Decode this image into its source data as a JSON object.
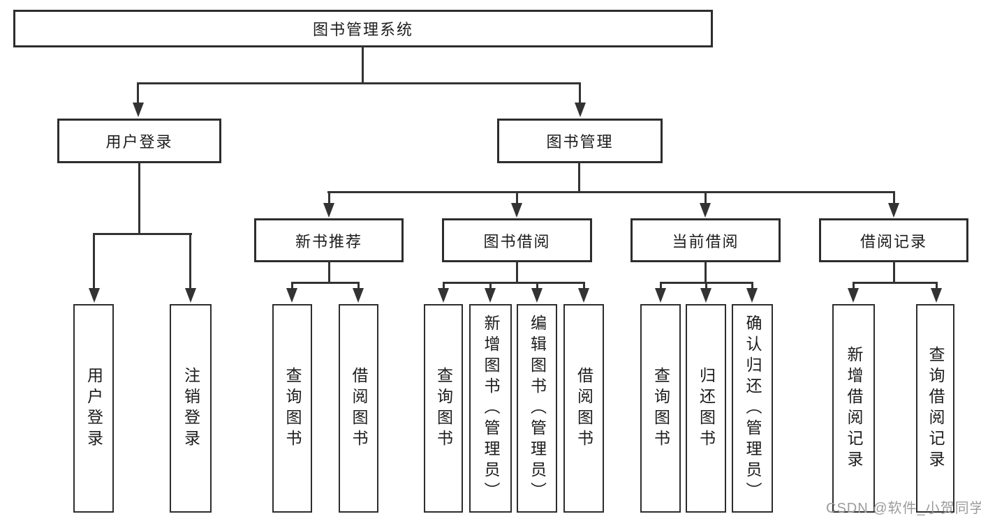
{
  "diagram": {
    "root": {
      "label": "图书管理系统"
    },
    "level2": [
      {
        "label": "用户登录"
      },
      {
        "label": "图书管理"
      }
    ],
    "level3": [
      {
        "label": "新书推荐"
      },
      {
        "label": "图书借阅"
      },
      {
        "label": "当前借阅"
      },
      {
        "label": "借阅记录"
      }
    ],
    "leaves": [
      {
        "label": "用户登录"
      },
      {
        "label": "注销登录"
      },
      {
        "label": "查询图书"
      },
      {
        "label": "借阅图书"
      },
      {
        "label": "查询图书"
      },
      {
        "label": "新增图书（管理员）"
      },
      {
        "label": "编辑图书（管理员）"
      },
      {
        "label": "借阅图书"
      },
      {
        "label": "查询图书"
      },
      {
        "label": "归还图书"
      },
      {
        "label": "确认归还（管理员）"
      },
      {
        "label": "新增借阅记录"
      },
      {
        "label": "查询借阅记录"
      }
    ],
    "line_color": "#333333",
    "border_color": "#2d2d2d"
  },
  "watermark": {
    "text": "CSDN @软件_小贺同学",
    "color": "#9c9c9c"
  }
}
